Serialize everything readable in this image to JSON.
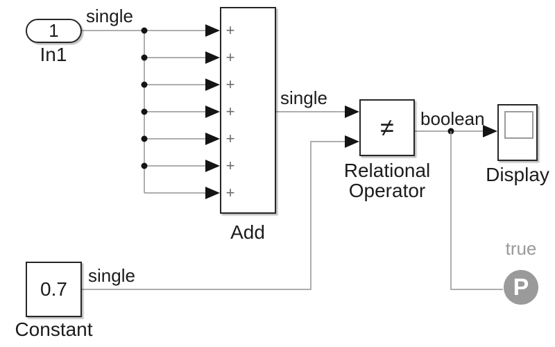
{
  "colors": {
    "wire": "#949494",
    "node": "#141414",
    "probe": "#9a9a9a",
    "text": "#1c1c1c"
  },
  "blocks": {
    "in1": {
      "value": "1",
      "name": "In1"
    },
    "add": {
      "name": "Add",
      "ports": [
        "+",
        "+",
        "+",
        "+",
        "+",
        "+",
        "+"
      ]
    },
    "relational": {
      "symbol": "≠",
      "name": "Relational Operator"
    },
    "display": {
      "name": "Display"
    },
    "constant": {
      "value": "0.7",
      "name": "Constant"
    },
    "probe": {
      "value": "true",
      "letter": "P"
    }
  },
  "signals": {
    "in1_out": "single",
    "add_out": "single",
    "constant_out": "single",
    "relational_out": "boolean"
  }
}
